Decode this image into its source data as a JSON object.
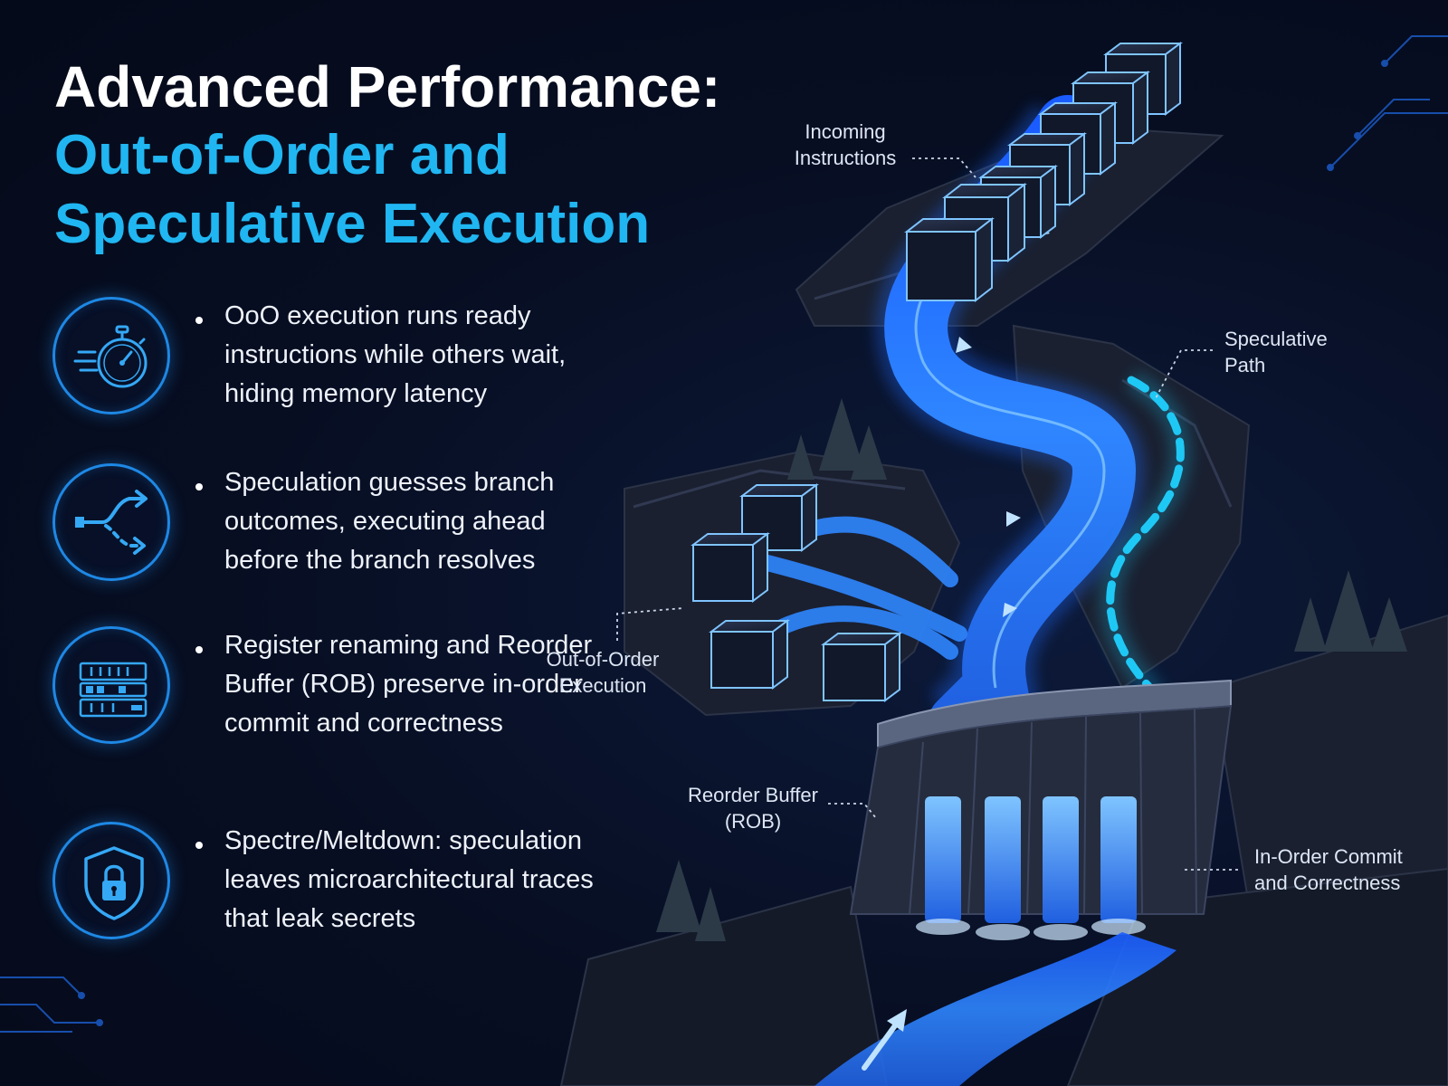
{
  "title": {
    "line1": "Advanced Performance:",
    "line2": "Out-of-Order and",
    "line3": "Speculative Execution"
  },
  "bullets": [
    {
      "icon": "stopwatch-icon",
      "text": "OoO execution runs ready instructions while others wait, hiding memory latency"
    },
    {
      "icon": "branch-icon",
      "text": "Speculation guesses branch outcomes, executing ahead before the branch resolves"
    },
    {
      "icon": "register-rob-icon",
      "text": "Register renaming and Reorder Buffer (ROB) preserve in-order commit and correctness"
    },
    {
      "icon": "shield-lock-icon",
      "text": "Spectre/Meltdown: speculation leaves microarchitectural traces that leak secrets"
    }
  ],
  "labels": {
    "incoming_l1": "Incoming",
    "incoming_l2": "Instructions",
    "speculative_l1": "Speculative",
    "speculative_l2": "Path",
    "ooo_l1": "Out-of-Order",
    "ooo_l2": "Execution",
    "rob_l1": "Reorder Buffer",
    "rob_l2": "(ROB)",
    "commit_l1": "In-Order Commit",
    "commit_l2": "and Correctness"
  },
  "colors": {
    "background": "#070e22",
    "accent": "#20b6f2",
    "river": "#2f7cff",
    "rock": "#1c2233"
  }
}
